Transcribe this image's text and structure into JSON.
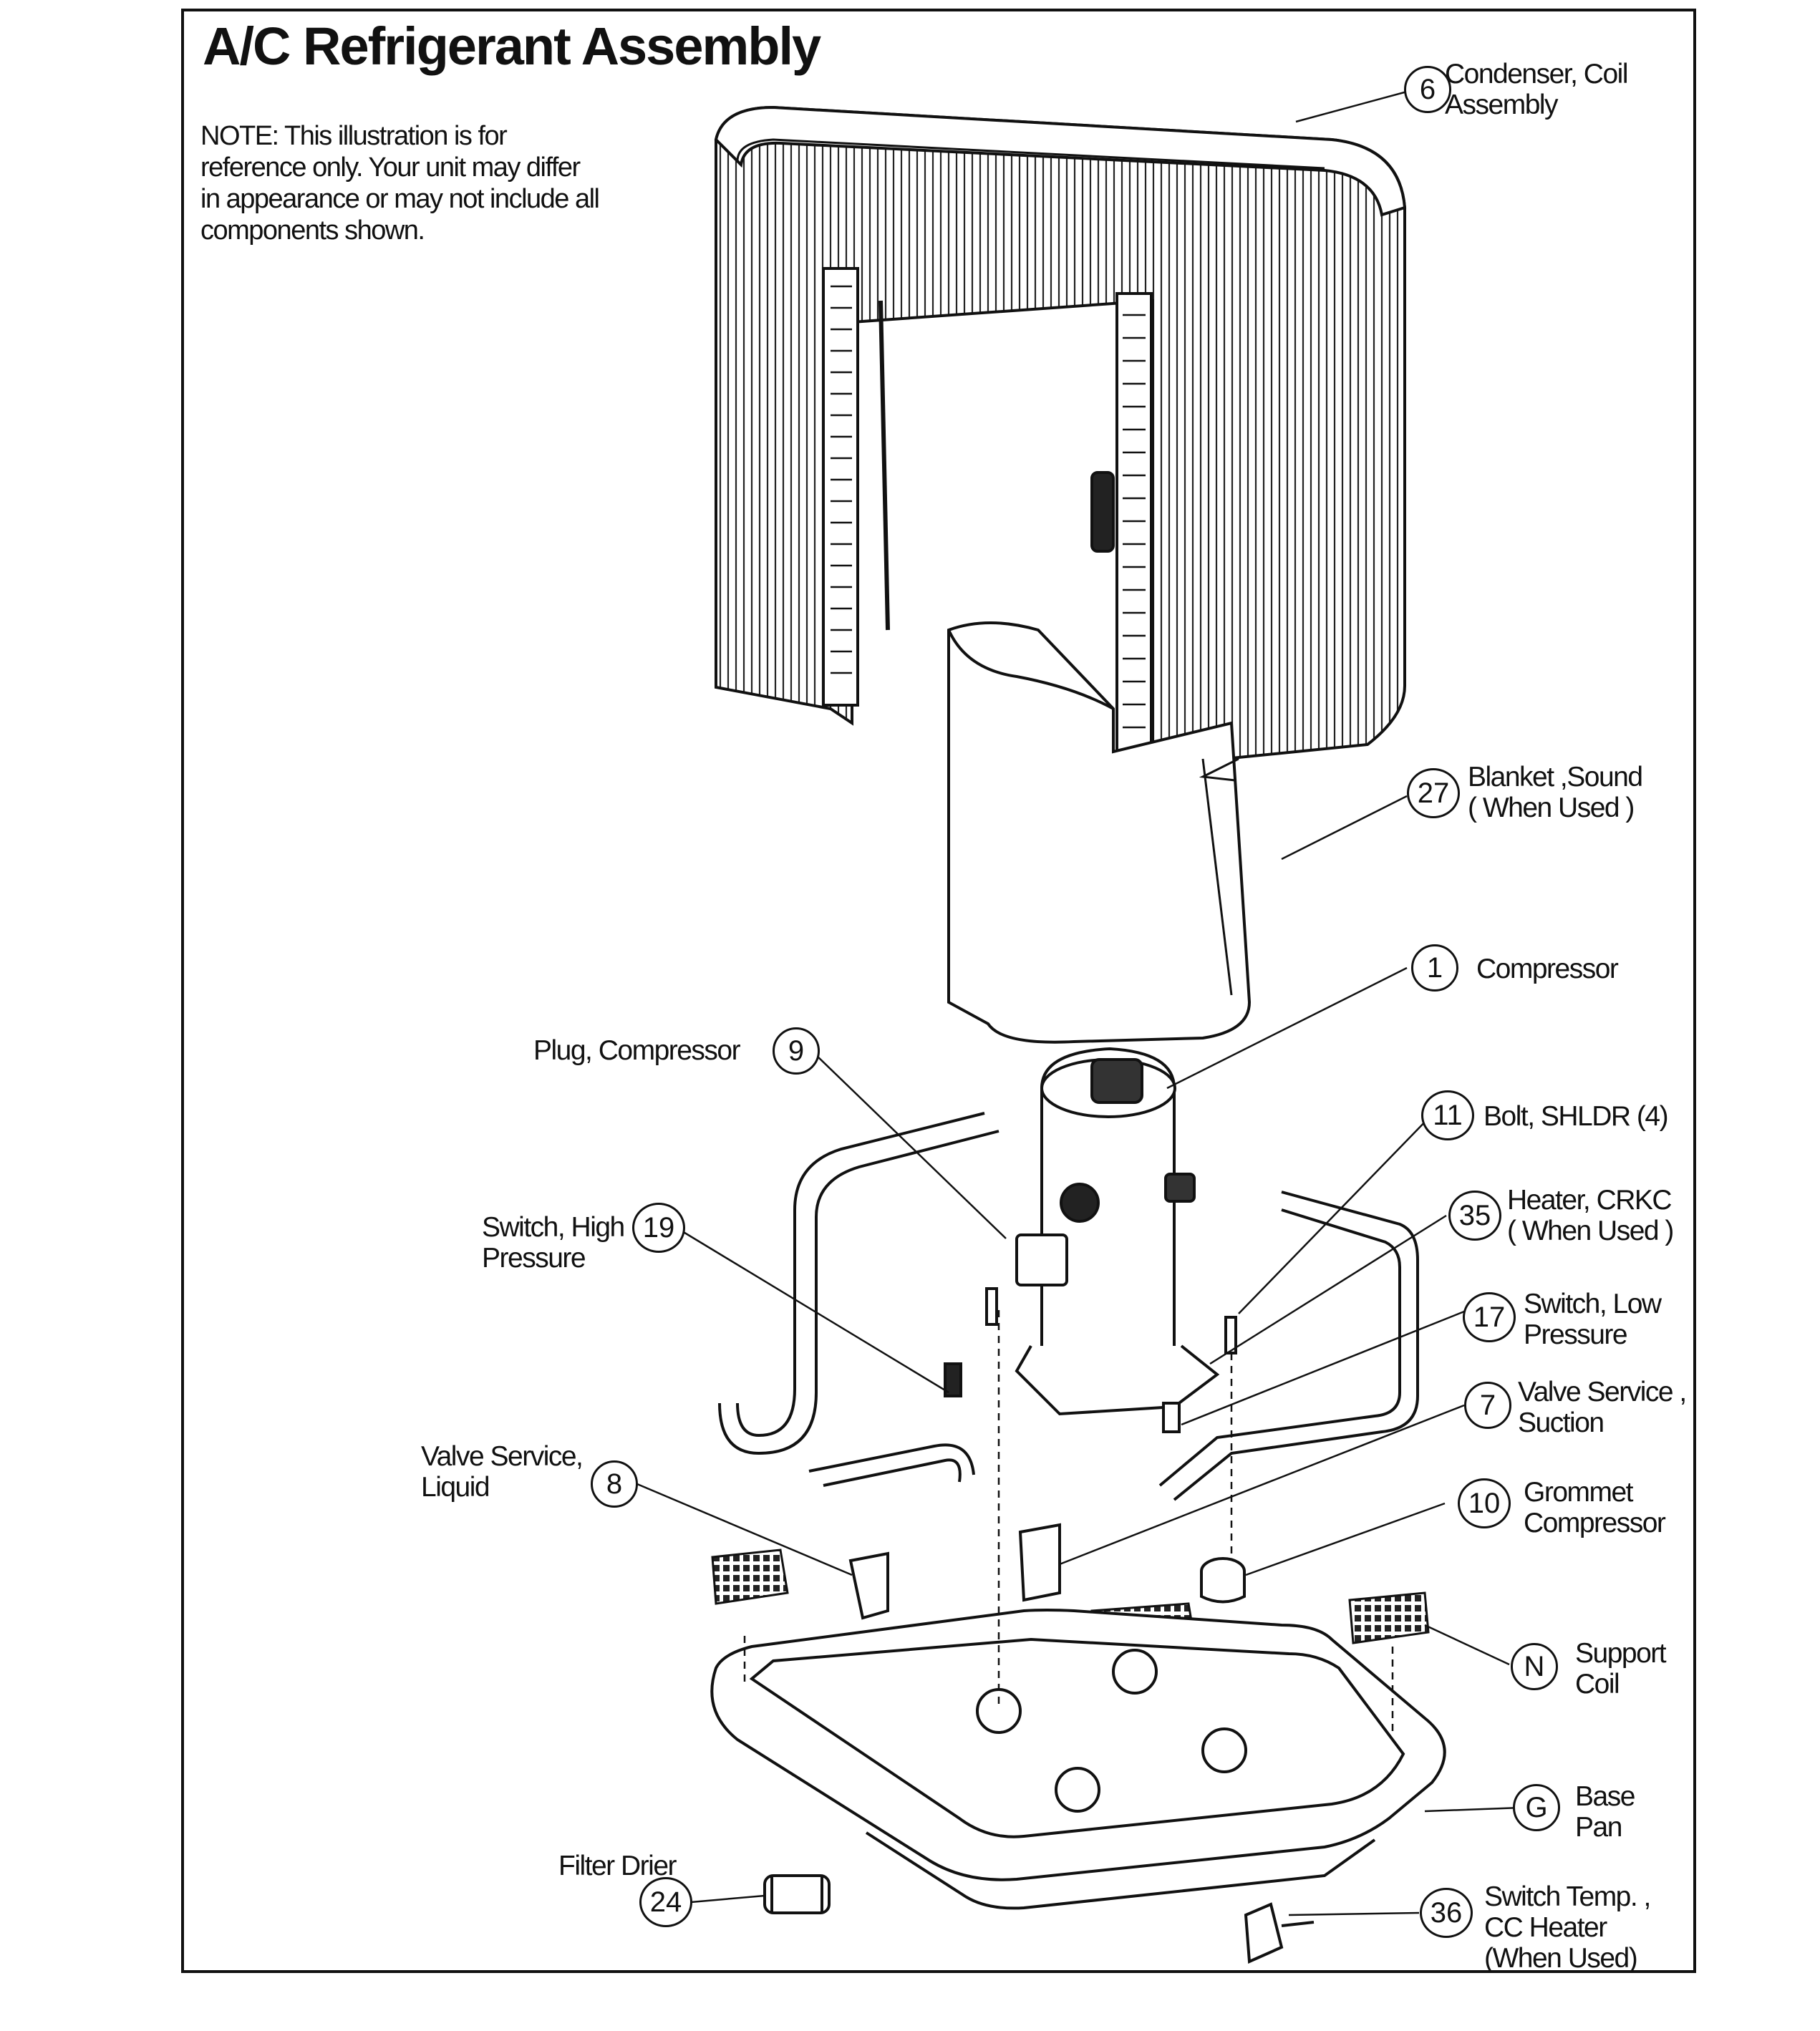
{
  "title": "A/C Refrigerant Assembly",
  "note": "NOTE: This illustration is for reference only. Your unit may differ in appearance or may not include all components shown.",
  "parts": {
    "p6": {
      "num": "6",
      "lines": [
        "Condenser, Coil",
        "Assembly"
      ]
    },
    "p27": {
      "num": "27",
      "lines": [
        "Blanket ,Sound",
        "( When Used )"
      ]
    },
    "p1": {
      "num": "1",
      "lines": [
        "Compressor"
      ]
    },
    "p9": {
      "num": "9",
      "lines": [
        "Plug, Compressor"
      ]
    },
    "p11": {
      "num": "11",
      "lines": [
        "Bolt, SHLDR (4)"
      ]
    },
    "p35": {
      "num": "35",
      "lines": [
        "Heater, CRKC",
        "( When Used )"
      ]
    },
    "p19": {
      "num": "19",
      "lines": [
        "Switch, High",
        "Pressure"
      ]
    },
    "p17": {
      "num": "17",
      "lines": [
        "Switch, Low",
        "Pressure"
      ]
    },
    "p7": {
      "num": "7",
      "lines": [
        "Valve Service ,",
        "Suction"
      ]
    },
    "p8": {
      "num": "8",
      "lines": [
        "Valve Service,",
        "Liquid"
      ]
    },
    "p10": {
      "num": "10",
      "lines": [
        "Grommet",
        "Compressor"
      ]
    },
    "pN": {
      "num": "N",
      "lines": [
        "Support",
        "Coil"
      ]
    },
    "pG": {
      "num": "G",
      "lines": [
        "Base",
        "Pan"
      ]
    },
    "p24": {
      "num": "24",
      "lines": [
        "Filter Drier"
      ]
    },
    "p36": {
      "num": "36",
      "lines": [
        "Switch Temp. ,",
        "CC Heater",
        "(When Used)"
      ]
    }
  }
}
